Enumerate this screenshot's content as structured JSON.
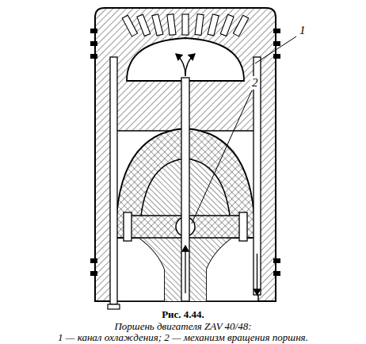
{
  "diagram": {
    "caption": "Рис. 4.44.",
    "labels": [
      "1",
      "2",
      "Поршень двигателя ZAV 40/48:",
      "1 — канал охлаждения; 2 — механизм вращения поршня."
    ]
  }
}
